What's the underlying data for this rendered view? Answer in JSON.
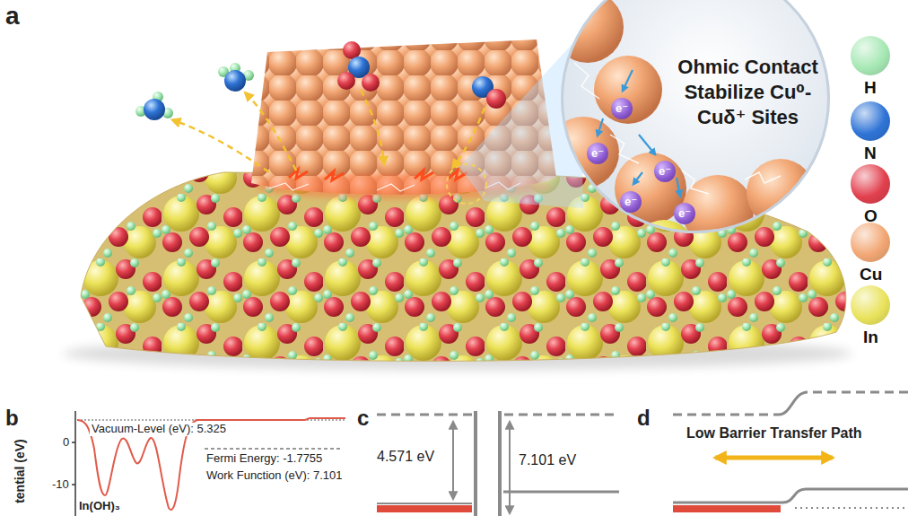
{
  "diagram": {
    "nodes": [
      {
        "text": [
          "Ohmic Contact Stabilize Cu⁰-Cuδ⁺ Sites"
        ]
      },
      {
        "text": [
          "e⁻"
        ],
        "in": 0
      },
      {
        "text": [
          "e⁻"
        ],
        "in": 0
      },
      {
        "text": [
          "e⁻"
        ],
        "in": 0
      },
      {
        "text": [
          "e⁻"
        ],
        "in": 0
      },
      {
        "text": [
          "e⁻"
        ],
        "in": 0
      }
    ],
    "labels": [
      "a",
      "b",
      "c",
      "d",
      "tential (eV)",
      "0",
      "-10",
      "Vacuum-Level (eV): 5.325",
      "Fermi Energy: -1.7755",
      "Work Function (eV): 7.101",
      "In(OH)₃",
      "4.571 eV",
      "7.101 eV",
      "Low Barrier Transfer Path"
    ],
    "legend": [
      {
        "text": "H",
        "color": "#a6e8b4"
      },
      {
        "text": "N",
        "color": "#2f74d6"
      },
      {
        "text": "O",
        "color": "#e2404e"
      },
      {
        "text": "Cu",
        "color": "#f2a774"
      },
      {
        "text": "In",
        "color": "#e9e35c"
      }
    ]
  }
}
